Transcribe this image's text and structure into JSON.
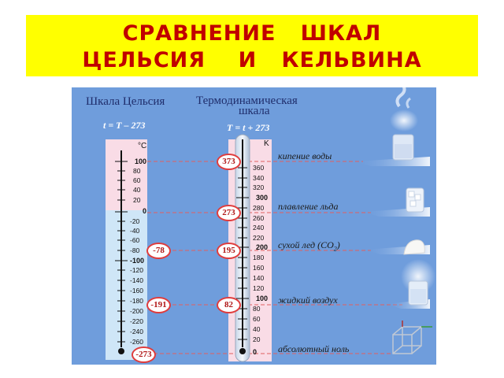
{
  "slide": {
    "title_line1": "СРАВНЕНИЕ   ШКАЛ",
    "title_line2": "ЦЕЛЬСИЯ    И   КЕЛЬВИНА"
  },
  "celsius": {
    "header": "Шкала Цельсия",
    "formula": "t = T – 273",
    "unit": "°C",
    "ticks": [
      "100",
      "80",
      "60",
      "40",
      "20",
      "0",
      "-20",
      "-40",
      "-60",
      "-80",
      "-100",
      "-120",
      "-140",
      "-160",
      "-180",
      "-200",
      "-220",
      "-240",
      "-260"
    ],
    "major": [
      "100",
      "0",
      "-100"
    ]
  },
  "kelvin": {
    "header_line1": "Термодинамическая",
    "header_line2": "шкала",
    "formula": "T = t + 273",
    "unit": "K",
    "ticks": [
      "360",
      "340",
      "320",
      "300",
      "280",
      "260",
      "240",
      "220",
      "200",
      "180",
      "160",
      "140",
      "120",
      "100",
      "80",
      "60",
      "40",
      "20",
      "0"
    ],
    "major": [
      "300",
      "200",
      "100",
      "0"
    ]
  },
  "badges": {
    "k373": "373",
    "k273": "273",
    "k195": "195",
    "k82": "82",
    "c_78": "-78",
    "c_191": "-191",
    "c_273": "-273"
  },
  "labels": {
    "boiling": "кипение воды",
    "melting": "плавление льда",
    "dry_ice": "сухой лед (CO",
    "dry_ice_sub": "2",
    "dry_ice_end": ")",
    "liquid_air": "жидкий воздух",
    "absolute_zero": "абсолютный ноль"
  },
  "colors": {
    "title_bg": "#ffff00",
    "title_text": "#c00000",
    "panel_bg": "#6f9ddc",
    "warm_fill": "#f9dce6",
    "cold_fill": "#cfe6f7",
    "badge_border": "#e03c3c",
    "dashed_line": "#e06060"
  }
}
